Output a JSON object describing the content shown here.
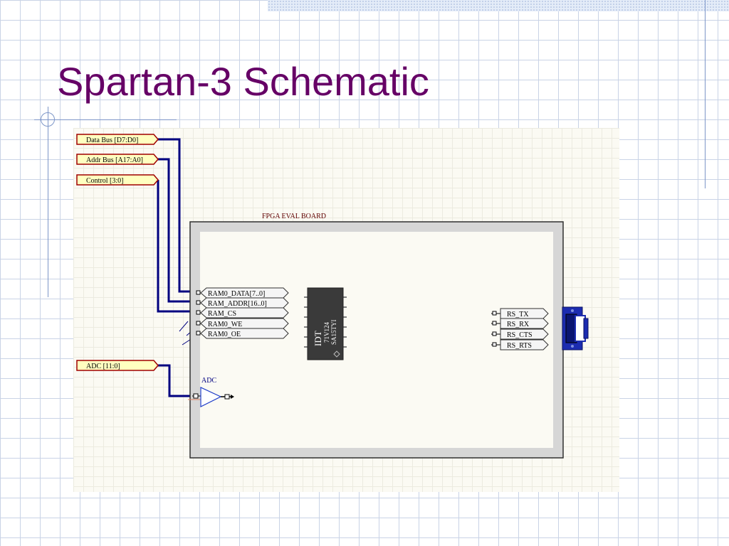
{
  "slide": {
    "title": "Spartan-3 Schematic"
  },
  "schematic": {
    "input_ports": [
      {
        "label": "Data Bus [D7:D0]"
      },
      {
        "label": "Addr Bus [A17:A0]"
      },
      {
        "label": "Control [3:0]"
      },
      {
        "label": "ADC [11:0]"
      }
    ],
    "board": {
      "label": "FPGA EVAL BOARD"
    },
    "ram_ports": [
      {
        "label": "RAM0_DATA[7..0]"
      },
      {
        "label": "RAM_ADDR[16..0]"
      },
      {
        "label": "RAM_CS"
      },
      {
        "label": "RAM0_WE"
      },
      {
        "label": "RAM0_OE"
      }
    ],
    "chip": {
      "line1": "IDT",
      "line2": "71V124",
      "line3": "SA15TYI"
    },
    "adc": {
      "label": "ADC"
    },
    "rs_ports": [
      {
        "label": "RS_TX"
      },
      {
        "label": "RS_RX"
      },
      {
        "label": "RS_CTS"
      },
      {
        "label": "RS_RTS"
      }
    ],
    "colors": {
      "wire": "#000080",
      "port_fill": "#ffffc0",
      "port_border": "#a00000",
      "chip_body": "#3a3a3a",
      "board_inner": "#d6d6d6",
      "adc_triangle": "#1e3cc8",
      "connector": "#1c2cb0"
    }
  }
}
